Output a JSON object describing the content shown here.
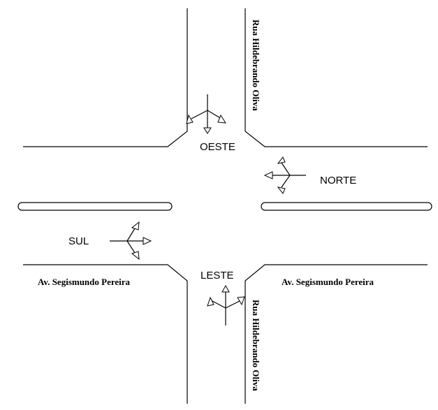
{
  "directions": {
    "oeste": "OESTE",
    "norte": "NORTE",
    "sul": "SUL",
    "leste": "LESTE"
  },
  "streets": {
    "vertical_top": "Rua Hildebrando Oliva",
    "vertical_bottom": "Rua Hildebrando Oliva",
    "horizontal_left": "Av. Segismundo Pereira",
    "horizontal_right": "Av. Segismundo Pereira"
  }
}
